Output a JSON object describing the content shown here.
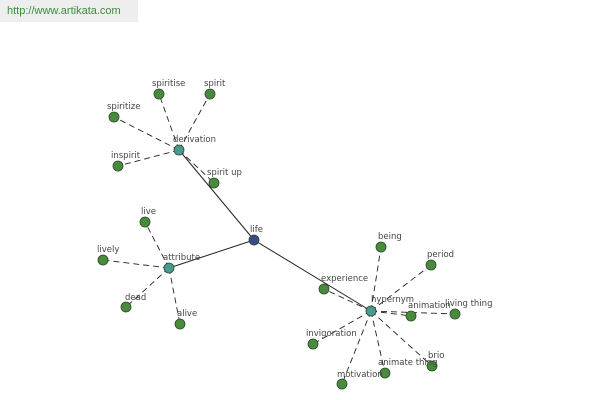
{
  "watermark": {
    "url": "http://www.artikata.com"
  },
  "colors": {
    "leaf": "#4a8a3c",
    "category": "#4a9a94",
    "center": "#3a4a8a",
    "edge": "#222222"
  },
  "graph": {
    "center": {
      "id": "life",
      "label": "life"
    },
    "categories": [
      {
        "id": "derivation",
        "label": "derivation"
      },
      {
        "id": "attribute",
        "label": "attribute"
      },
      {
        "id": "hypernym",
        "label": "hypernym"
      }
    ],
    "leaves": [
      {
        "id": "spiritise",
        "label": "spiritise",
        "parent": "derivation"
      },
      {
        "id": "spirit",
        "label": "spirit",
        "parent": "derivation"
      },
      {
        "id": "spiritize",
        "label": "spiritize",
        "parent": "derivation"
      },
      {
        "id": "inspirit",
        "label": "inspirit",
        "parent": "derivation"
      },
      {
        "id": "spirit-up",
        "label": "spirit up",
        "parent": "derivation"
      },
      {
        "id": "live",
        "label": "live",
        "parent": "attribute"
      },
      {
        "id": "lively",
        "label": "lively",
        "parent": "attribute"
      },
      {
        "id": "dead",
        "label": "dead",
        "parent": "attribute"
      },
      {
        "id": "alive",
        "label": "alive",
        "parent": "attribute"
      },
      {
        "id": "being",
        "label": "being",
        "parent": "hypernym"
      },
      {
        "id": "period",
        "label": "period",
        "parent": "hypernym"
      },
      {
        "id": "experience",
        "label": "experience",
        "parent": "hypernym"
      },
      {
        "id": "animation",
        "label": "animation",
        "parent": "hypernym"
      },
      {
        "id": "living-thing",
        "label": "living thing",
        "parent": "hypernym"
      },
      {
        "id": "invigoration",
        "label": "invigoration",
        "parent": "hypernym"
      },
      {
        "id": "animate-thing",
        "label": "animate thing",
        "parent": "hypernym"
      },
      {
        "id": "brio",
        "label": "brio",
        "parent": "hypernym"
      },
      {
        "id": "motivation",
        "label": "motivation",
        "parent": "hypernym"
      }
    ]
  }
}
